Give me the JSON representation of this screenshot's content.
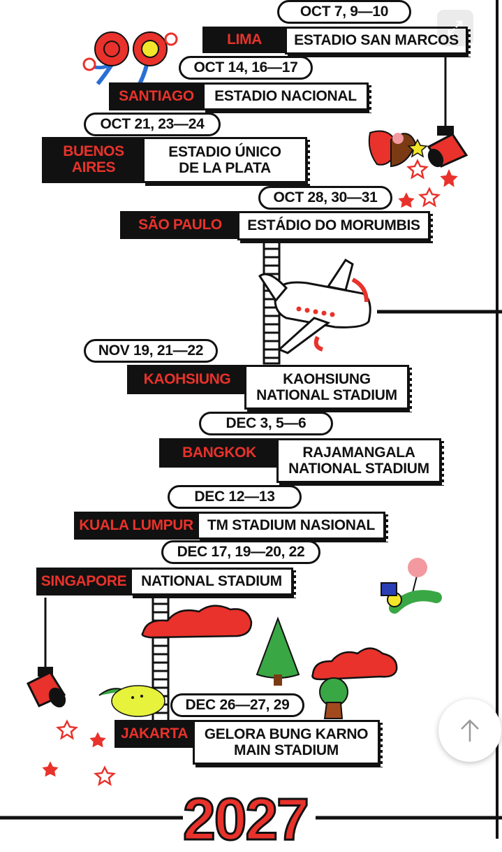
{
  "tour": {
    "stops": [
      {
        "date": "OCT 7, 9—10",
        "city": "LIMA",
        "venue": "ESTADIO SAN MARCOS"
      },
      {
        "date": "OCT 14, 16—17",
        "city": "SANTIAGO",
        "venue": "ESTADIO NACIONAL"
      },
      {
        "date": "OCT 21, 23—24",
        "city": "BUENOS AIRES",
        "venue": "ESTADIO ÚNICO DE LA PLATA"
      },
      {
        "date": "OCT 28, 30—31",
        "city": "SÃO PAULO",
        "venue": "ESTÁDIO DO MORUMBIS"
      },
      {
        "date": "NOV 19, 21—22",
        "city": "KAOHSIUNG",
        "venue": "KAOHSIUNG NATIONAL STADIUM"
      },
      {
        "date": "DEC 3, 5—6",
        "city": "BANGKOK",
        "venue": "RAJAMANGALA NATIONAL STADIUM"
      },
      {
        "date": "DEC 12—13",
        "city": "KUALA LUMPUR",
        "venue": "TM STADIUM NASIONAL"
      },
      {
        "date": "DEC 17, 19—20, 22",
        "city": "SINGAPORE",
        "venue": "NATIONAL STADIUM"
      },
      {
        "date": "DEC 26—27, 29",
        "city": "JAKARTA",
        "venue": "GELORA BUNG KARNO MAIN STADIUM"
      }
    ],
    "year": "2027"
  },
  "colors": {
    "accent": "#e8322b",
    "ink": "#111111",
    "background": "#ffffff"
  },
  "controls": {
    "expand_icon": "expand-icon",
    "scroll_top_icon": "arrow-up-icon"
  }
}
